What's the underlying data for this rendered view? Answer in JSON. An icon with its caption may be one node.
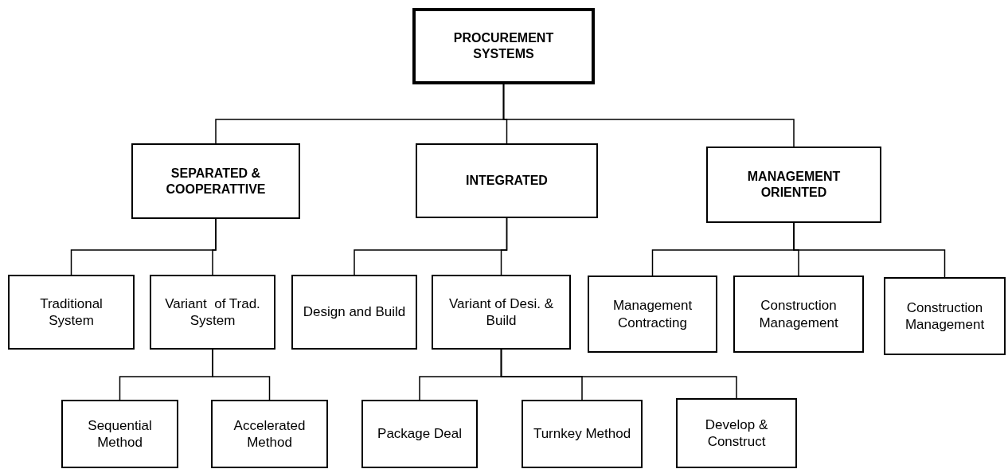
{
  "diagram": {
    "nodes": [
      {
        "text": [
          "PROCUREMENT SYSTEMS"
        ]
      },
      {
        "text": [
          "SEPARATED & COOPERATTIVE"
        ]
      },
      {
        "text": [
          "INTEGRATED"
        ]
      },
      {
        "text": [
          "MANAGEMENT ORIENTED"
        ]
      },
      {
        "text": [
          "Traditional System"
        ]
      },
      {
        "text": [
          "Variant  of Trad. System"
        ]
      },
      {
        "text": [
          "Design and Build"
        ]
      },
      {
        "text": [
          "Variant of Desi. & Build"
        ]
      },
      {
        "text": [
          "Management Contracting"
        ]
      },
      {
        "text": [
          "Construction Management"
        ]
      },
      {
        "text": [
          "Construction Management"
        ]
      },
      {
        "text": [
          "Sequential Method"
        ]
      },
      {
        "text": [
          "Accelerated Method"
        ]
      },
      {
        "text": [
          "Package Deal"
        ]
      },
      {
        "text": [
          "Turnkey Method"
        ]
      },
      {
        "text": [
          "Develop & Construct"
        ]
      }
    ],
    "edges": [
      {
        "from": 0,
        "to": 1,
        "arrow": "none"
      },
      {
        "from": 0,
        "to": 2,
        "arrow": "none"
      },
      {
        "from": 0,
        "to": 3,
        "arrow": "none"
      },
      {
        "from": 1,
        "to": 4,
        "arrow": "none"
      },
      {
        "from": 1,
        "to": 5,
        "arrow": "none"
      },
      {
        "from": 2,
        "to": 6,
        "arrow": "none"
      },
      {
        "from": 2,
        "to": 7,
        "arrow": "none"
      },
      {
        "from": 3,
        "to": 8,
        "arrow": "none"
      },
      {
        "from": 3,
        "to": 9,
        "arrow": "none"
      },
      {
        "from": 3,
        "to": 10,
        "arrow": "none"
      },
      {
        "from": 5,
        "to": 11,
        "arrow": "none"
      },
      {
        "from": 5,
        "to": 12,
        "arrow": "none"
      },
      {
        "from": 7,
        "to": 13,
        "arrow": "none"
      },
      {
        "from": 7,
        "to": 14,
        "arrow": "none"
      },
      {
        "from": 7,
        "to": 15,
        "arrow": "none"
      }
    ]
  }
}
